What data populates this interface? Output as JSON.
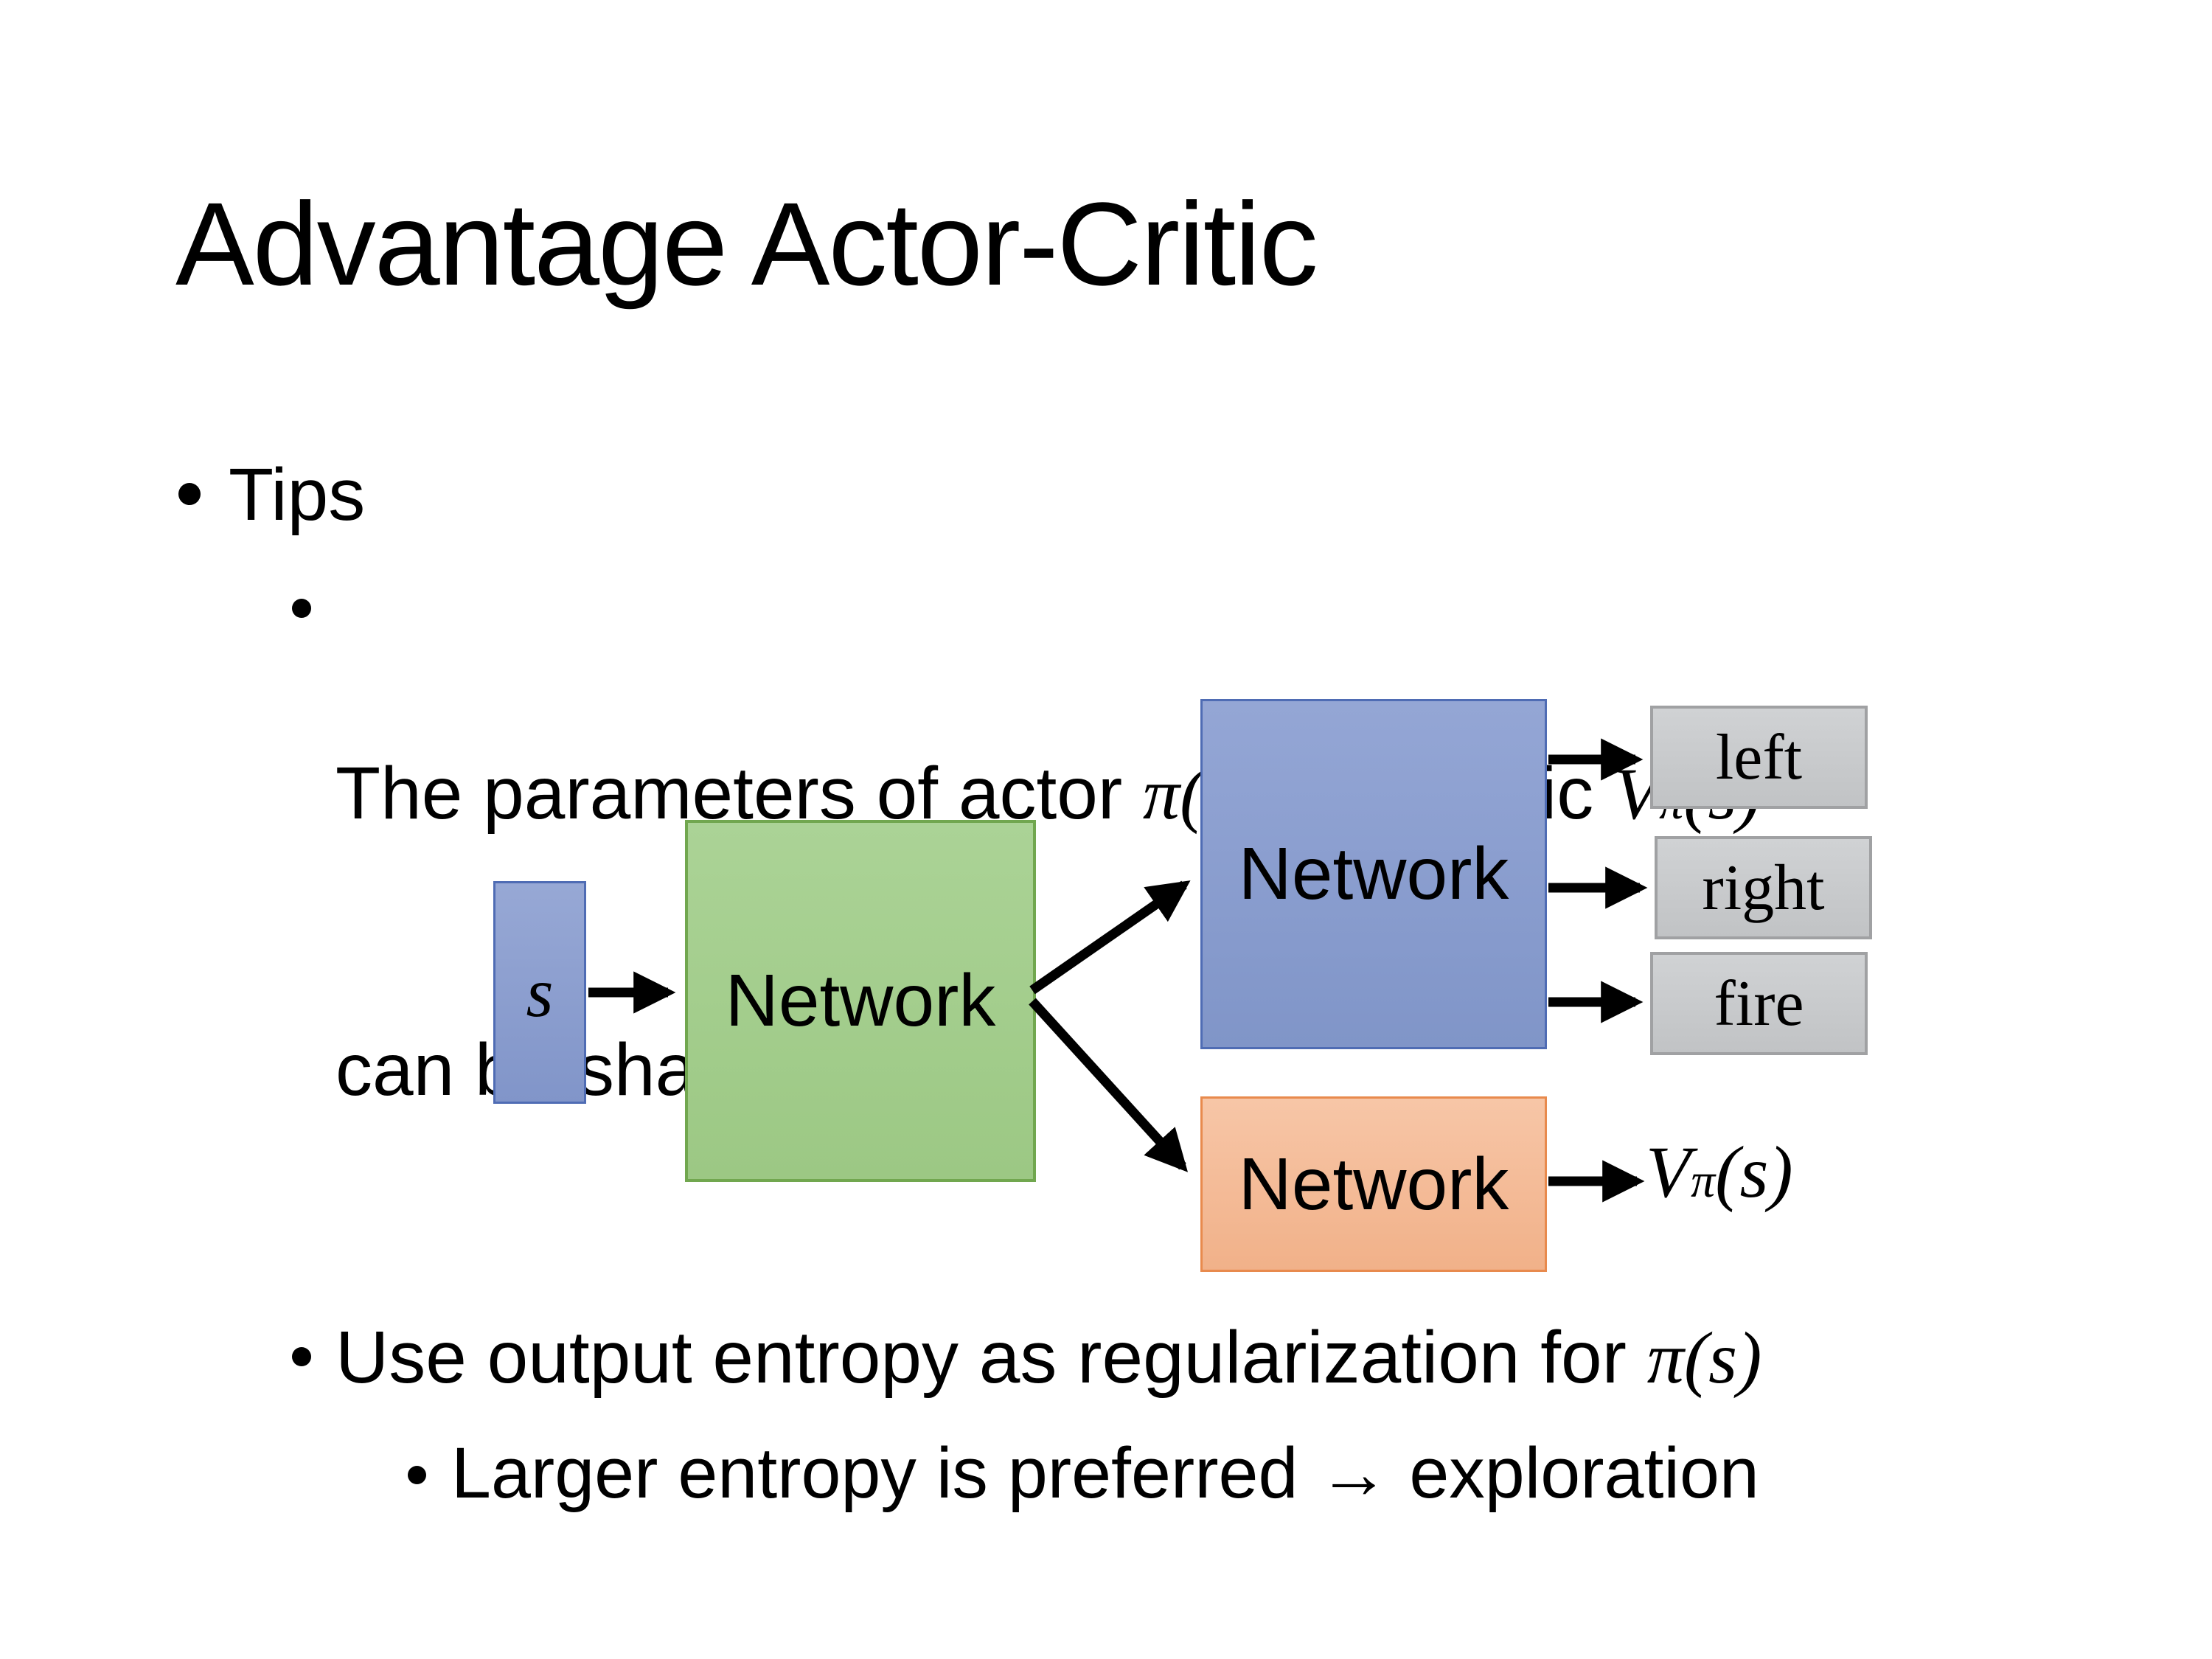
{
  "slide": {
    "title": "Advantage Actor-Critic"
  },
  "bullets": {
    "tips": "Tips",
    "parameters": {
      "pre": "The parameters of actor ",
      "actor_math": "π(s)",
      "mid": "  and critic ",
      "critic_V": "V",
      "critic_sup": "π",
      "critic_paren": "(s)",
      "line2": "can be shared"
    },
    "entropy": {
      "pre": "Use output entropy as regularization for ",
      "pi_math": "π(s)"
    },
    "exploration": "Larger entropy is preferred → exploration"
  },
  "diagram": {
    "state_label": "s",
    "shared_network_label": "Network",
    "actor_network_label": "Network",
    "critic_network_label": "Network",
    "actions": [
      "left",
      "right",
      "fire"
    ],
    "value_V": "V",
    "value_sup": "π",
    "value_paren": "(s)"
  },
  "colors": {
    "state_blue": "#8b9fd1",
    "shared_green": "#a3cd8e",
    "actor_blue": "#8a9ecd",
    "critic_orange": "#f4bb98",
    "action_gray": "#c8cacc",
    "border_blue": "#4f6cb4",
    "border_green": "#71a74f",
    "border_orange": "#e88a4d",
    "border_gray": "#a0a1a3",
    "arrow_black": "#000000",
    "text_black": "#000000",
    "background_white": "#ffffff"
  }
}
